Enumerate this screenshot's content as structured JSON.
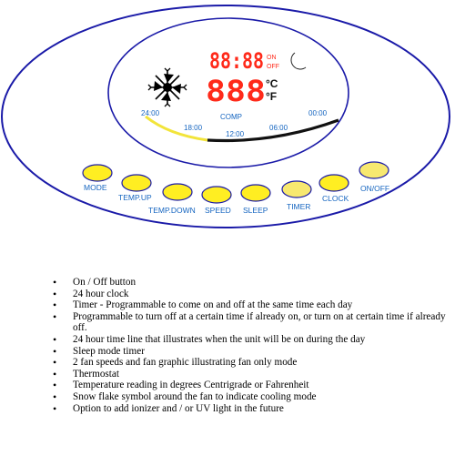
{
  "display": {
    "clock_digits": "88:88",
    "clock_on": "ON",
    "clock_off": "OFF",
    "temp_digits": "888",
    "unit_c": "°C",
    "unit_f": "°F",
    "comp_label": "COMP",
    "timeline": [
      "24:00",
      "18:00",
      "12:00",
      "06:00",
      "00:00"
    ]
  },
  "buttons": {
    "mode": "MODE",
    "temp_up": "TEMP.UP",
    "temp_down": "TEMP.DOWN",
    "speed": "SPEED",
    "sleep": "SLEEP",
    "timer": "TIMER",
    "clock": "CLOCK",
    "onoff": "ON/OFF"
  },
  "features": [
    "On / Off button",
    "24 hour clock",
    "Timer - Programmable to come on and off at the same time each day",
    "Programmable to turn off at a certain time if already on, or turn on at certain time if already off.",
    "24 hour time line that illustrates when the unit will be on during the day",
    "Sleep mode timer",
    "2 fan speeds and fan graphic illustrating fan only mode",
    "Thermostat",
    "Temperature reading in degrees Centrigrade or Fahrenheit",
    "Snow flake symbol around the fan to indicate cooling mode",
    "Option to add ionizer and / or UV light in the future"
  ],
  "colors": {
    "outline": "#1a1aa8",
    "button_fill": "#ffee22",
    "segment_red": "#ff2a1a",
    "label_blue": "#1565c0",
    "moon": "#f0d000"
  },
  "icons": {
    "fan": "fan-snowflake-icon",
    "sleep": "moon-icon"
  }
}
